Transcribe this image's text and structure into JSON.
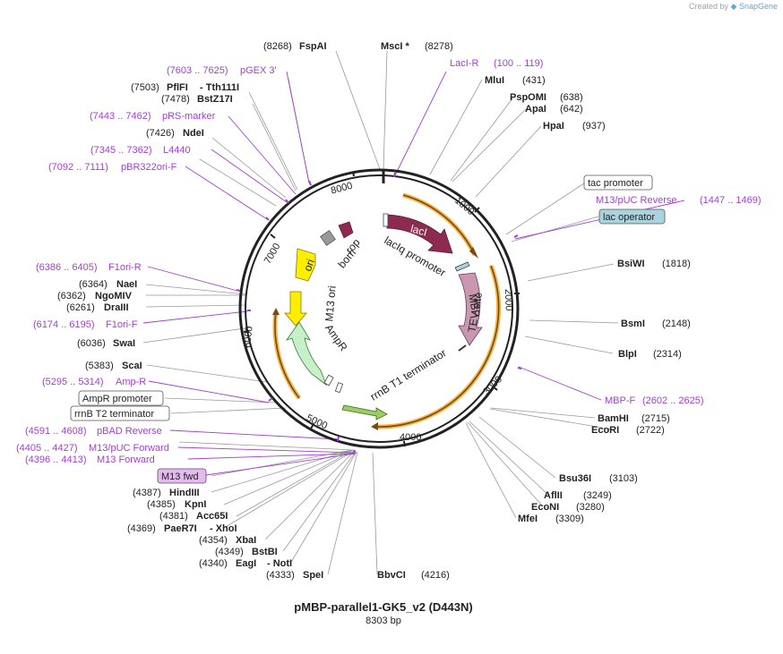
{
  "credit": {
    "prefix": "Created by",
    "brand": "SnapGene"
  },
  "title": "pMBP-parallel1-GK5_v2 (D443N)",
  "subtitle": "8303 bp",
  "ticks": [
    "1000",
    "2000",
    "3000",
    "4000",
    "5000",
    "6000",
    "7000",
    "8000"
  ],
  "inner_labels": {
    "laci": "lacI",
    "laciq": "lacIq promoter",
    "mbp": "MBP",
    "tev": "TEV site",
    "rrnb_t1": "rrnB T1 terminator",
    "ampr": "AmpR",
    "m13ori": "M13 ori",
    "ori": "ori",
    "bom": "bom",
    "rop": "rop"
  },
  "labels": {
    "fspai_pos": "(8268)",
    "fspai": "FspAI",
    "msci": "MscI *",
    "msci_pos": "(8278)",
    "pgex_pos": "(7603 .. 7625)",
    "pgex": "pGEX 3'",
    "laci_r": "LacI-R",
    "laci_r_pos": "(100 .. 119)",
    "pflfi_pos": "(7503)",
    "pflfi": "PflFI",
    "tth": "- Tth111I",
    "mlui": "MluI",
    "mlui_pos": "(431)",
    "bstz_pos": "(7478)",
    "bstz": "BstZ17I",
    "pspomi": "PspOMI",
    "pspomi_pos": "(638)",
    "prs_pos": "(7443 .. 7462)",
    "prs": "pRS-marker",
    "apai": "ApaI",
    "apai_pos": "(642)",
    "ndei_pos": "(7426)",
    "ndei": "NdeI",
    "hpai": "HpaI",
    "hpai_pos": "(937)",
    "l4440_pos": "(7345 .. 7362)",
    "l4440": "L4440",
    "pbr_pos": "(7092 .. 7111)",
    "pbr": "pBR322ori-F",
    "tac": "tac promoter",
    "m13rev": "M13/pUC Reverse",
    "m13rev_pos": "(1447 .. 1469)",
    "lacop": "lac operator",
    "bsiwi": "BsiWI",
    "bsiwi_pos": "(1818)",
    "f1r_pos": "(6386 .. 6405)",
    "f1r": "F1ori-R",
    "naei_pos": "(6364)",
    "naei": "NaeI",
    "ngomiv_pos": "(6362)",
    "ngomiv": "NgoMIV",
    "draiii_pos": "(6261)",
    "draiii": "DraIII",
    "bsmi": "BsmI",
    "bsmi_pos": "(2148)",
    "f1f_pos": "(6174 .. 6195)",
    "f1f": "F1ori-F",
    "swai_pos": "(6036)",
    "swai": "SwaI",
    "blpi": "BlpI",
    "blpi_pos": "(2314)",
    "scai_pos": "(5383)",
    "scai": "ScaI",
    "ampf_pos": "(5295 .. 5314)",
    "ampf": "Amp-R",
    "mbpf": "MBP-F",
    "mbpf_pos": "(2602 .. 2625)",
    "amppro": "AmpR promoter",
    "bamhi": "BamHI",
    "bamhi_pos": "(2715)",
    "rrnbt2": "rrnB T2 terminator",
    "ecori": "EcoRI",
    "ecori_pos": "(2722)",
    "pbad_pos": "(4591 .. 4608)",
    "pbad": "pBAD Reverse",
    "m13fwd_pos": "(4405 .. 4427)",
    "m13fwd": "M13/pUC Forward",
    "m13f_pos": "(4396 .. 4413)",
    "m13f": "M13 Forward",
    "bsu36i": "Bsu36I",
    "bsu36i_pos": "(3103)",
    "m13fwdbox": "M13 fwd",
    "hindiii_pos": "(4387)",
    "hindiii": "HindIII",
    "afliii": "AflII",
    "afliii_pos": "(3249)",
    "kpni_pos": "(4385)",
    "kpni": "KpnI",
    "econi": "EcoNI",
    "econi_pos": "(3280)",
    "acc65i_pos": "(4381)",
    "acc65i": "Acc65I",
    "mfei": "MfeI",
    "mfei_pos": "(3309)",
    "paer7i_pos": "(4369)",
    "paer7i": "PaeR7I",
    "xhoi": "- XhoI",
    "xbai_pos": "(4354)",
    "xbai": "XbaI",
    "bstbi_pos": "(4349)",
    "bstbi": "BstBI",
    "eagi_pos": "(4340)",
    "eagi": "EagI",
    "noti": "- NotI",
    "spei_pos": "(4333)",
    "spei": "SpeI",
    "bbvci": "BbvCI",
    "bbvci_pos": "(4216)"
  },
  "colors": {
    "primer": "#a23fd1",
    "laci": "#8c2a4f",
    "mbp": "#c998b0",
    "ampr": "#c8f0c8",
    "ori": "#ffee00",
    "m13ori": "#ffee00",
    "lacop_box": "#a9d4de",
    "m13fwd_box": "#e6b8f0",
    "highlight": "#f5a623"
  }
}
